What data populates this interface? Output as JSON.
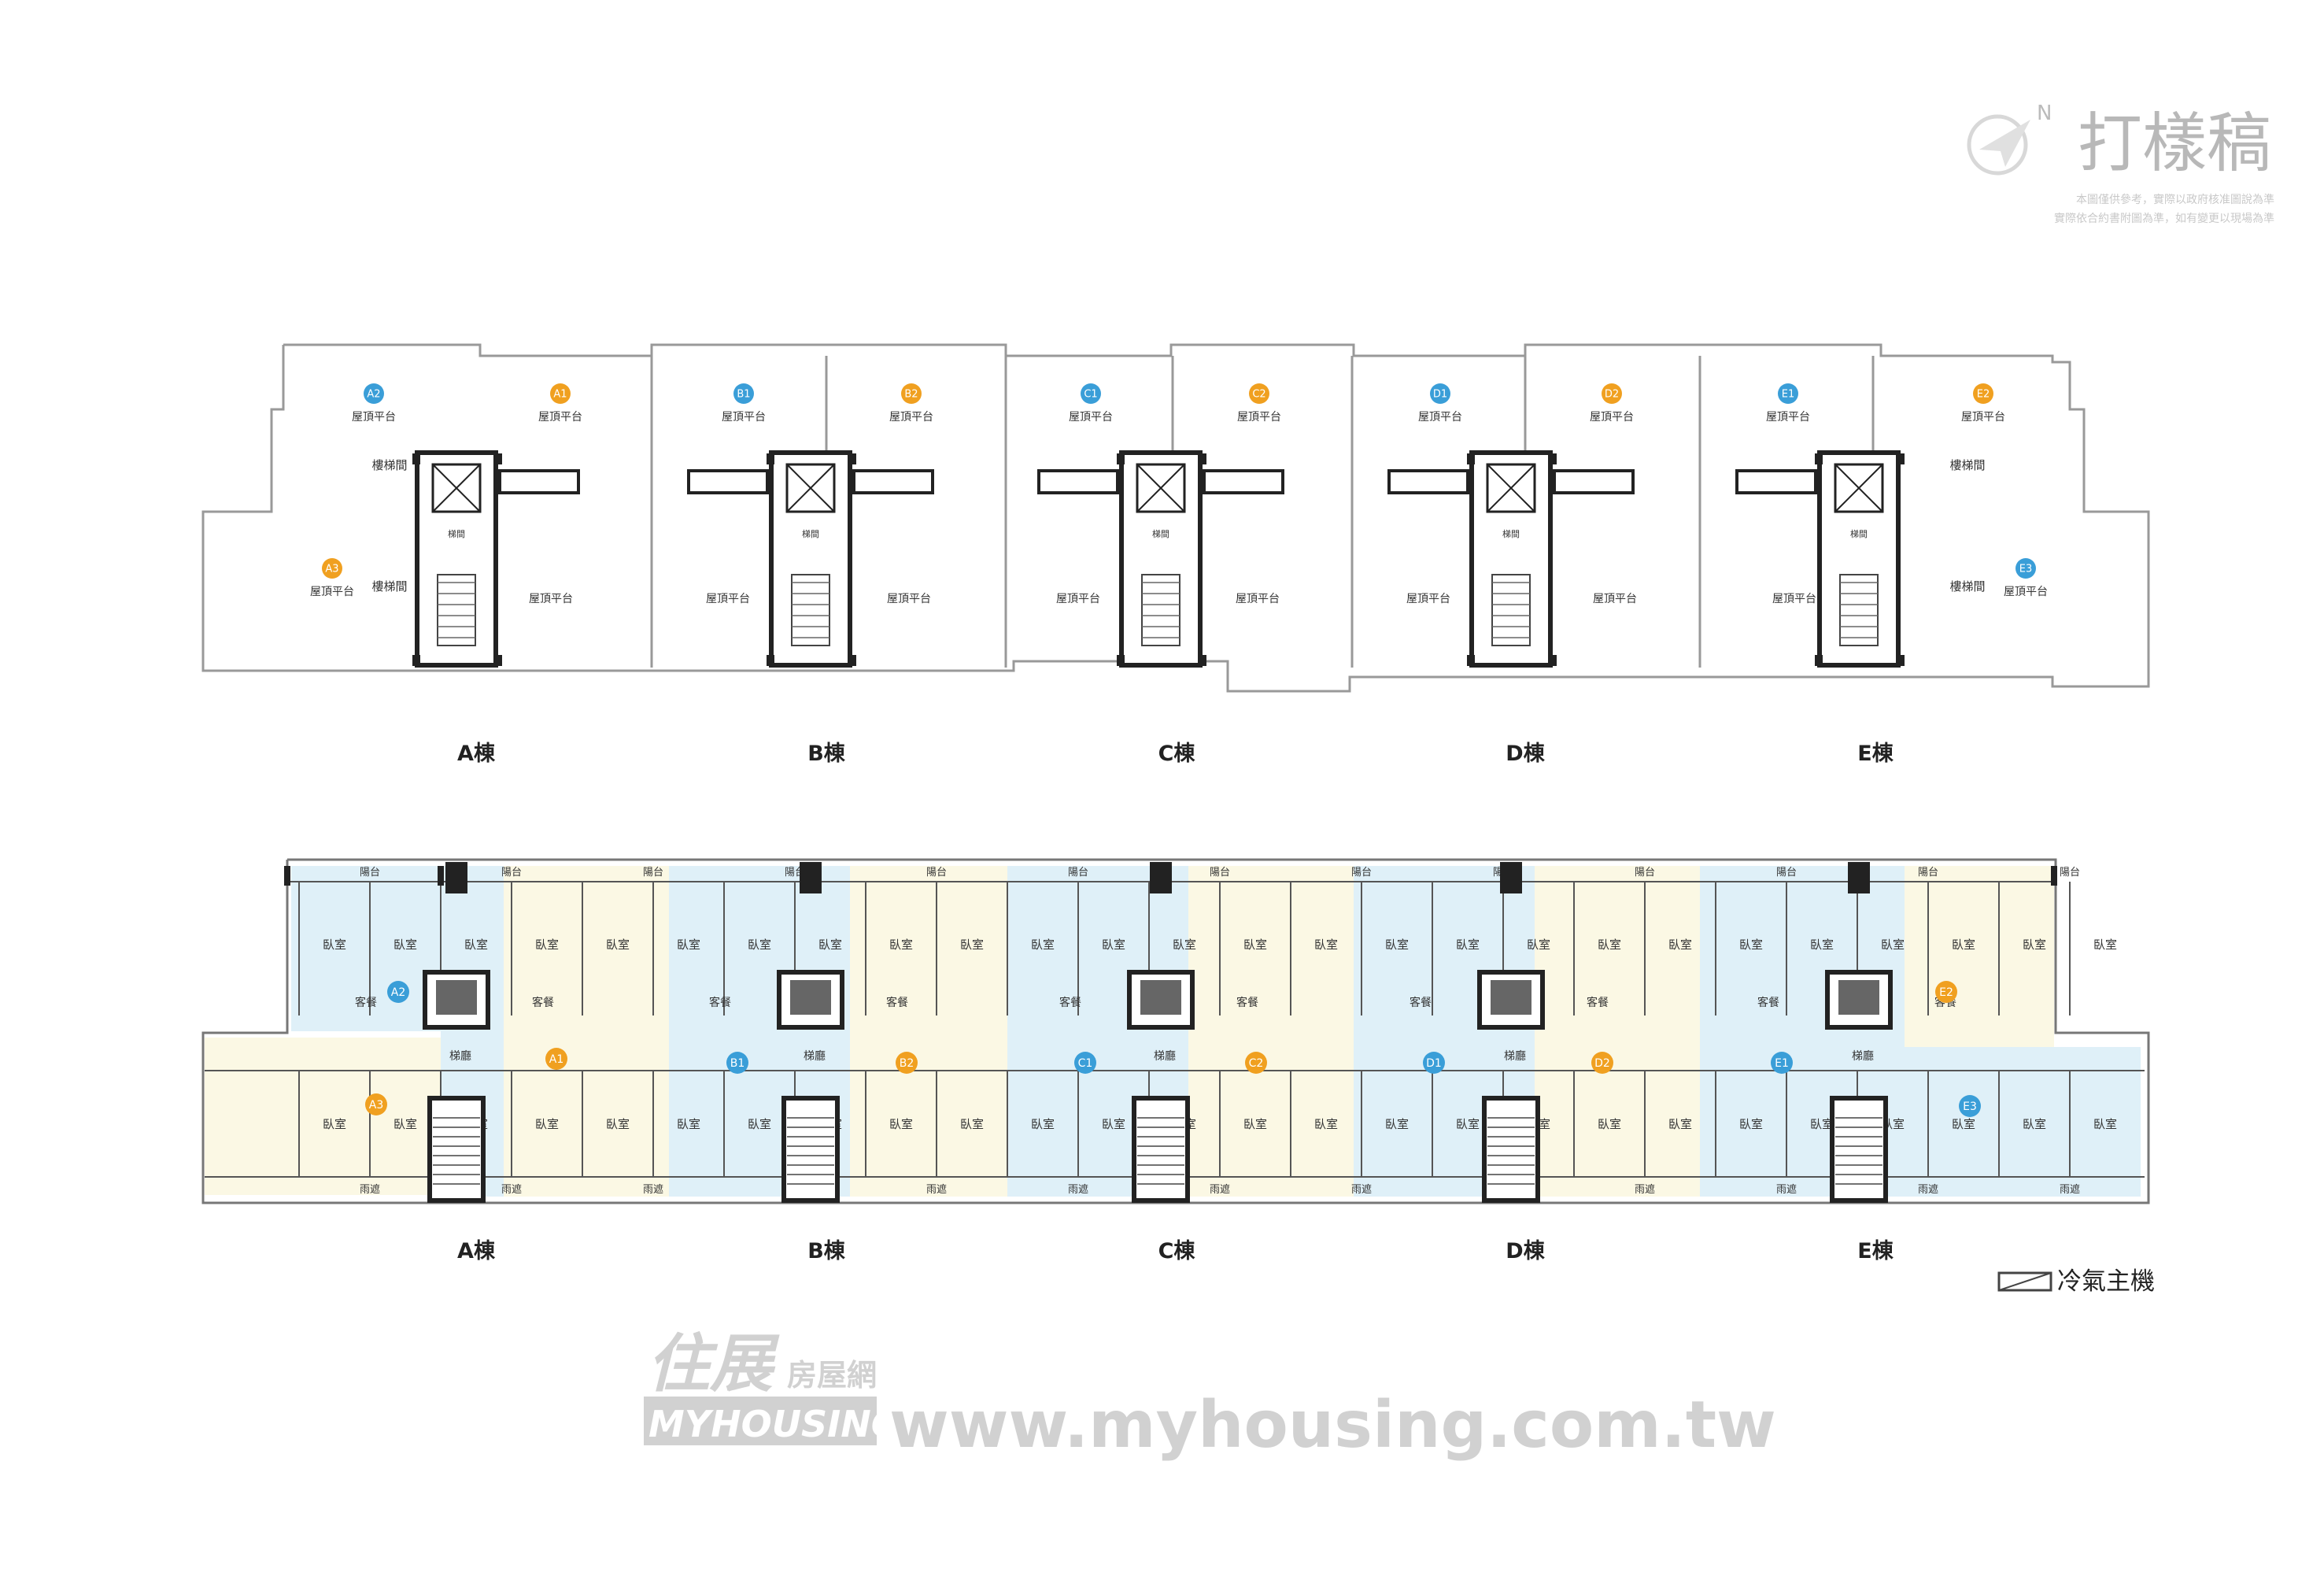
{
  "header": {
    "title": "打樣稿",
    "north_label": "N",
    "disclaimer_line1": "本圖僅供參考，實際以政府核准圖說為準",
    "disclaimer_line2": "實際依合約書附圖為準，如有變更以現場為準"
  },
  "labels": {
    "roof_terrace": "屋頂平台",
    "stair_room": "樓梯間",
    "stair": "梯間",
    "balcony": "陽台",
    "bedroom": "臥室",
    "living_dining": "客餐",
    "hall": "梯廳",
    "corridor": "雨遮"
  },
  "buildings": [
    {
      "label": "A棟",
      "units": [
        "A2",
        "A1",
        "A3"
      ]
    },
    {
      "label": "B棟",
      "units": [
        "B1",
        "B2"
      ]
    },
    {
      "label": "C棟",
      "units": [
        "C1",
        "C2"
      ]
    },
    {
      "label": "D棟",
      "units": [
        "D1",
        "D2"
      ]
    },
    {
      "label": "E棟",
      "units": [
        "E1",
        "E2",
        "E3"
      ]
    }
  ],
  "roof_units": [
    {
      "id": "A2",
      "color": "blue"
    },
    {
      "id": "A1",
      "color": "orange"
    },
    {
      "id": "A3",
      "color": "orange"
    },
    {
      "id": "B1",
      "color": "blue"
    },
    {
      "id": "B2",
      "color": "orange"
    },
    {
      "id": "C1",
      "color": "blue"
    },
    {
      "id": "C2",
      "color": "orange"
    },
    {
      "id": "D1",
      "color": "blue"
    },
    {
      "id": "D2",
      "color": "orange"
    },
    {
      "id": "E1",
      "color": "blue"
    },
    {
      "id": "E2",
      "color": "orange"
    },
    {
      "id": "E3",
      "color": "blue"
    }
  ],
  "floor_units": [
    {
      "id": "A2",
      "color": "blue"
    },
    {
      "id": "A1",
      "color": "orange"
    },
    {
      "id": "A3",
      "color": "orange"
    },
    {
      "id": "B1",
      "color": "blue"
    },
    {
      "id": "B2",
      "color": "orange"
    },
    {
      "id": "C1",
      "color": "blue"
    },
    {
      "id": "C2",
      "color": "orange"
    },
    {
      "id": "D1",
      "color": "blue"
    },
    {
      "id": "D2",
      "color": "orange"
    },
    {
      "id": "E1",
      "color": "blue"
    },
    {
      "id": "E2",
      "color": "orange"
    },
    {
      "id": "E3",
      "color": "blue"
    }
  ],
  "legend": {
    "ac_unit": "冷氣主機"
  },
  "watermark": {
    "logo_chinese": "住展",
    "logo_sub": "房屋網",
    "logo_english": "MYHOUSING",
    "url": "www.myhousing.com.tw"
  },
  "colors": {
    "blue_badge": "#3a9ed8",
    "orange_badge": "#f0a020",
    "blue_fill": "#dff0f8",
    "yellow_fill": "#fbf8e4",
    "line": "#8a8a8a",
    "wall": "#222222",
    "watermark": "#c9c9c9"
  }
}
